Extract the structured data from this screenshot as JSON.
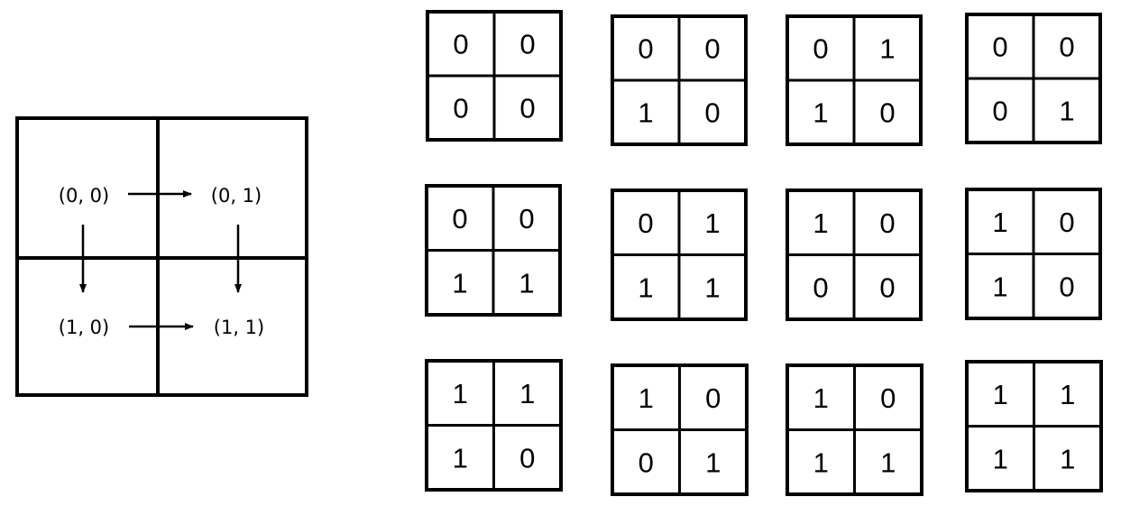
{
  "index_grid": {
    "labels": [
      "(0, 0)",
      "(0, 1)",
      "(1, 0)",
      "(1, 1)"
    ],
    "arrows": [
      {
        "from": "(0, 0)",
        "to": "(0, 1)"
      },
      {
        "from": "(0, 0)",
        "to": "(1, 0)"
      },
      {
        "from": "(0, 1)",
        "to": "(1, 1)"
      },
      {
        "from": "(1, 0)",
        "to": "(1, 1)"
      }
    ]
  },
  "binary_grids": [
    [
      [
        "0",
        "0"
      ],
      [
        "0",
        "0"
      ]
    ],
    [
      [
        "0",
        "0"
      ],
      [
        "1",
        "0"
      ]
    ],
    [
      [
        "0",
        "1"
      ],
      [
        "1",
        "0"
      ]
    ],
    [
      [
        "0",
        "0"
      ],
      [
        "0",
        "1"
      ]
    ],
    [
      [
        "0",
        "0"
      ],
      [
        "1",
        "1"
      ]
    ],
    [
      [
        "0",
        "1"
      ],
      [
        "1",
        "1"
      ]
    ],
    [
      [
        "1",
        "0"
      ],
      [
        "0",
        "0"
      ]
    ],
    [
      [
        "1",
        "0"
      ],
      [
        "1",
        "0"
      ]
    ],
    [
      [
        "1",
        "1"
      ],
      [
        "1",
        "0"
      ]
    ],
    [
      [
        "1",
        "0"
      ],
      [
        "0",
        "1"
      ]
    ],
    [
      [
        "1",
        "0"
      ],
      [
        "1",
        "1"
      ]
    ],
    [
      [
        "1",
        "1"
      ],
      [
        "1",
        "1"
      ]
    ]
  ],
  "colors": {
    "stroke": "#000000",
    "background": "#ffffff"
  }
}
